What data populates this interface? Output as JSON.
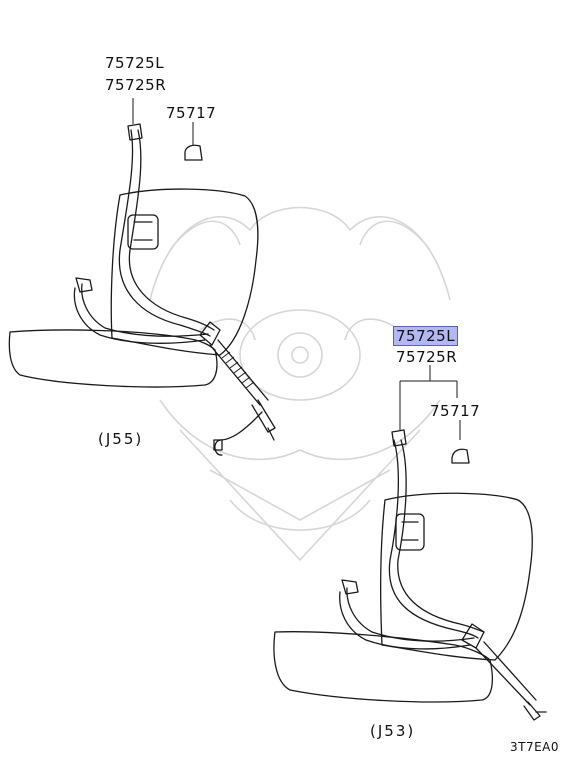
{
  "diagram": {
    "callouts_top": {
      "part_left": "75725L",
      "part_right": "75725R",
      "part_anchor": "75717"
    },
    "callouts_bottom": {
      "part_left": "75725L",
      "part_right": "75725R",
      "part_anchor": "75717",
      "highlighted_part": "75725L",
      "highlight_color": "#b3b8f2"
    },
    "variant_top": "(J55)",
    "variant_bottom": "(J53)",
    "diagram_code": "3T7EA0"
  }
}
